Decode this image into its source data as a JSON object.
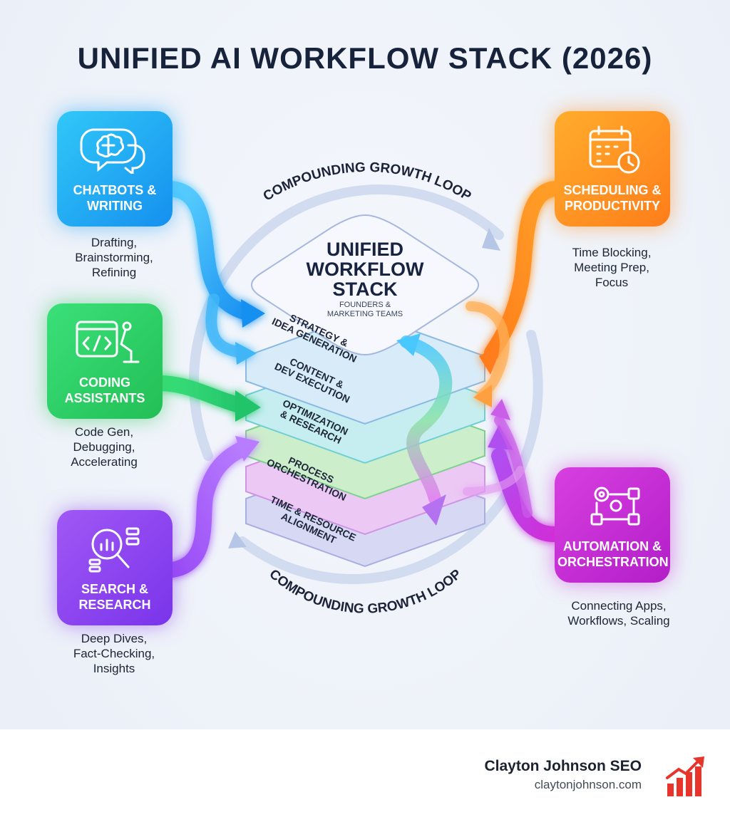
{
  "title": "UNIFIED AI WORKFLOW STACK (2026)",
  "loop_label_top": "COMPOUNDING GROWTH LOOP",
  "loop_label_bottom": "COMPOUNDING GROWTH LOOP",
  "stack": {
    "title": "UNIFIED\nWORKFLOW\nSTACK",
    "subtitle": "FOUNDERS &\nMARKETING TEAMS",
    "layers": [
      "STRATEGY &\nIDEA GENERATION",
      "CONTENT &\nDEV EXECUTION",
      "OPTIMIZATION\n& RESEARCH",
      "PROCESS\nORCHESTRATION",
      "TIME & RESOURCE\nALIGNMENT"
    ]
  },
  "cards": [
    {
      "label": "CHATBOTS &\nWRITING",
      "desc": "Drafting,\nBrainstorming,\nRefining",
      "icon": "brain-chat-icon",
      "color": "#1aa8f2"
    },
    {
      "label": "CODING\nASSISTANTS",
      "desc": "Code Gen,\nDebugging,\nAccelerating",
      "icon": "code-robot-icon",
      "color": "#2fcf5c"
    },
    {
      "label": "SEARCH &\nRESEARCH",
      "desc": "Deep Dives,\nFact-Checking,\nInsights",
      "icon": "search-analytics-icon",
      "color": "#8a3ff0"
    },
    {
      "label": "SCHEDULING &\nPRODUCTIVITY",
      "desc": "Time Blocking,\nMeeting Prep,\nFocus",
      "icon": "calendar-clock-icon",
      "color": "#ff8c14"
    },
    {
      "label": "AUTOMATION &\nORCHESTRATION",
      "desc": "Connecting Apps,\nWorkflows, Scaling",
      "icon": "gears-flow-icon",
      "color": "#cc2ad8"
    }
  ],
  "footer": {
    "brand_name": "Clayton Johnson SEO",
    "brand_url": "claytonjohnson.com",
    "logo_icon": "growth-chart-icon",
    "logo_color": "#e8352c"
  }
}
